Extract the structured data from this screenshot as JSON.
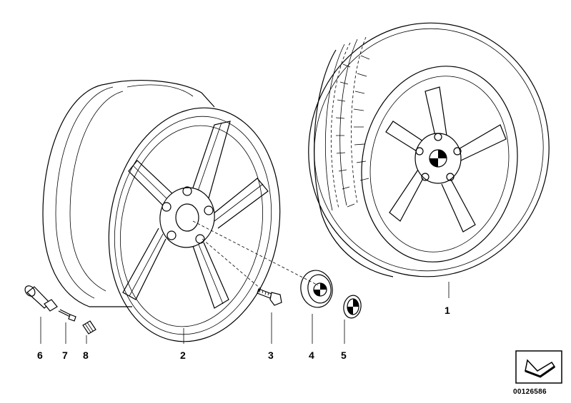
{
  "callouts": {
    "c1": "1",
    "c2": "2",
    "c3": "3",
    "c4": "4",
    "c5": "5",
    "c6": "6",
    "c7": "7",
    "c8": "8"
  },
  "doc_number": "00126586",
  "icons": {
    "direction_icon": "arrow-pointer-icon"
  }
}
